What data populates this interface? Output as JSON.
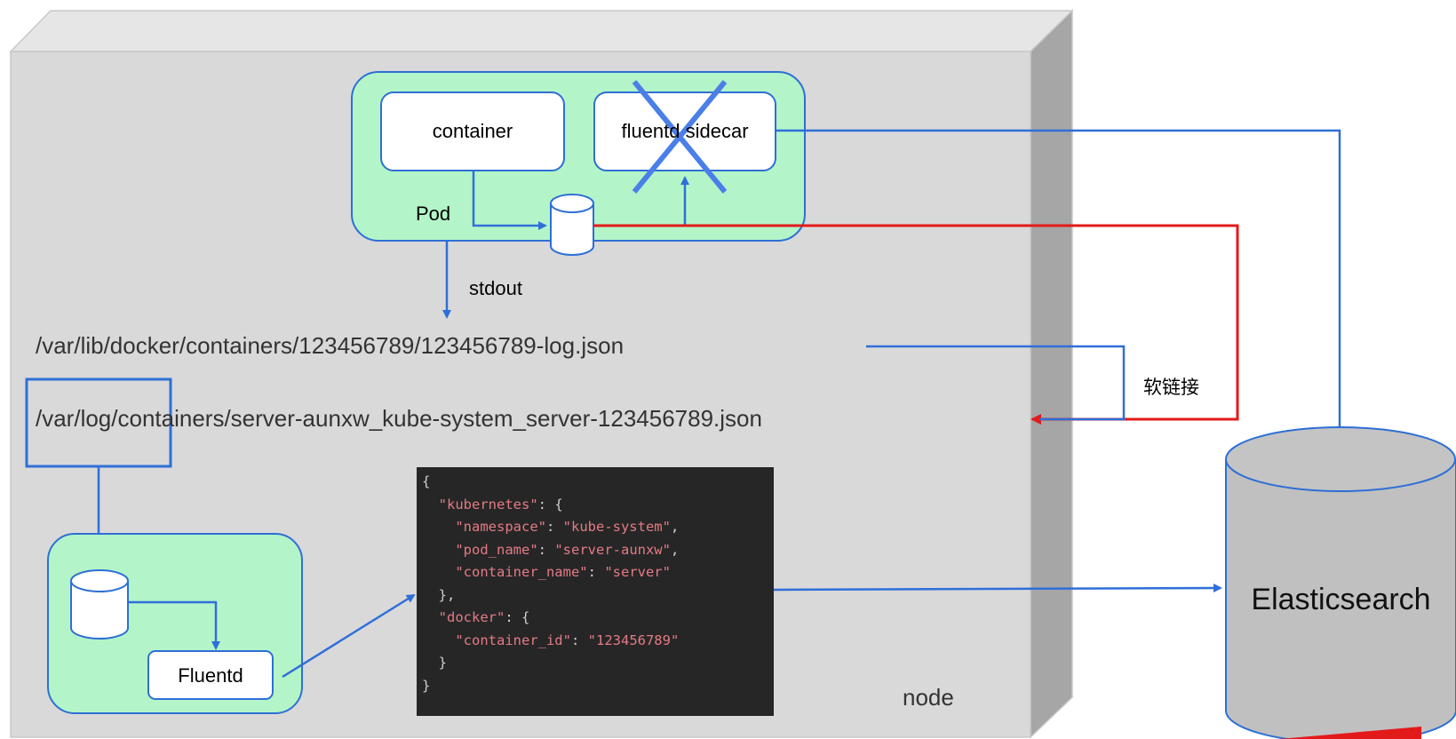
{
  "pod": {
    "container_label": "container",
    "sidecar_label": "fluentd sidecar",
    "pod_label": "Pod"
  },
  "stdout_label": "stdout",
  "paths": {
    "docker_log": "/var/lib/docker/containers/123456789/123456789-log.json",
    "k8s_log": "/var/log/containers/server-aunxw_kube-system_server-123456789.json"
  },
  "symlink_label": "软链接",
  "fluentd_label": "Fluentd",
  "node_label": "node",
  "elasticsearch_label": "Elasticsearch",
  "json_sample": {
    "lines": [
      "{",
      "  \"kubernetes\": {",
      "    \"namespace\": \"kube-system\",",
      "    \"pod_name\": \"server-aunxw\",",
      "    \"container_name\": \"server\"",
      "  },",
      "  \"docker\": {",
      "    \"container_id\": \"123456789\"",
      "  }",
      "}"
    ]
  },
  "colors": {
    "node_face": "#d9d9d9",
    "node_top": "#e6e6e6",
    "node_side": "#a6a6a6",
    "pod_fill": "#b3f5c8",
    "box_border": "#2e6fd6",
    "flow_blue": "#2f6fd8",
    "flow_red": "#e31a1a",
    "cross": "#4a7fe8",
    "es_fill": "#c0c0c0"
  }
}
